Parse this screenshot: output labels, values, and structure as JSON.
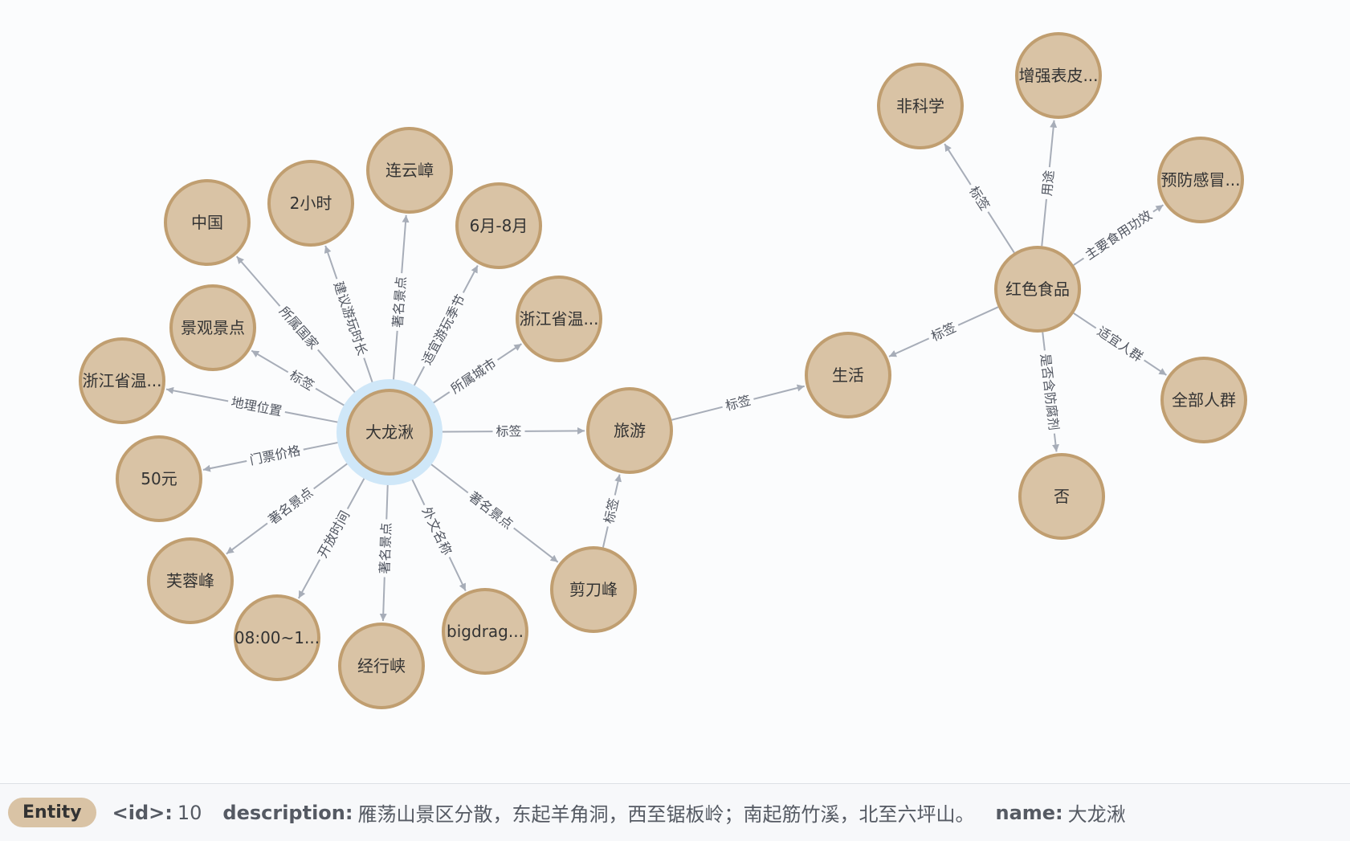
{
  "graph": {
    "colors": {
      "node_fill": "#d9c3a5",
      "node_stroke": "#c09e70",
      "edge": "#a7adb8",
      "selected_halo": "#cfe7f8"
    },
    "selected_node": "dalongqiu",
    "nodes": [
      {
        "id": "dalongqiu",
        "label": "大龙湫"
      },
      {
        "id": "zhongguo",
        "label": "中国"
      },
      {
        "id": "2xiaoshi",
        "label": "2小时"
      },
      {
        "id": "lianyunzhang",
        "label": "连云嶂"
      },
      {
        "id": "6yue8yue",
        "label": "6月-8月"
      },
      {
        "id": "zhejiang1",
        "label": "浙江省温..."
      },
      {
        "id": "jingguan",
        "label": "景观景点"
      },
      {
        "id": "zhejiang2",
        "label": "浙江省温..."
      },
      {
        "id": "50yuan",
        "label": "50元"
      },
      {
        "id": "furongfeng",
        "label": "芙蓉峰"
      },
      {
        "id": "shijian",
        "label": "08:00~1..."
      },
      {
        "id": "jingxingxia",
        "label": "经行峡"
      },
      {
        "id": "bigdrag",
        "label": "bigdrag..."
      },
      {
        "id": "jiandaofeng",
        "label": "剪刀峰"
      },
      {
        "id": "lvyou",
        "label": "旅游"
      },
      {
        "id": "shenghuo",
        "label": "生活"
      },
      {
        "id": "hongse",
        "label": "红色食品"
      },
      {
        "id": "feikexue",
        "label": "非科学"
      },
      {
        "id": "zengqiang",
        "label": "增强表皮..."
      },
      {
        "id": "yufang",
        "label": "预防感冒..."
      },
      {
        "id": "quanbu",
        "label": "全部人群"
      },
      {
        "id": "fou",
        "label": "否"
      }
    ],
    "edges": [
      {
        "from": "dalongqiu",
        "to": "zhongguo",
        "label": "所属国家"
      },
      {
        "from": "dalongqiu",
        "to": "2xiaoshi",
        "label": "建议游玩时长"
      },
      {
        "from": "dalongqiu",
        "to": "lianyunzhang",
        "label": "著名景点"
      },
      {
        "from": "dalongqiu",
        "to": "6yue8yue",
        "label": "适宜游玩季节"
      },
      {
        "from": "dalongqiu",
        "to": "zhejiang1",
        "label": "所属城市"
      },
      {
        "from": "dalongqiu",
        "to": "jingguan",
        "label": "标签"
      },
      {
        "from": "dalongqiu",
        "to": "zhejiang2",
        "label": "地理位置"
      },
      {
        "from": "dalongqiu",
        "to": "50yuan",
        "label": "门票价格"
      },
      {
        "from": "dalongqiu",
        "to": "furongfeng",
        "label": "著名景点"
      },
      {
        "from": "dalongqiu",
        "to": "shijian",
        "label": "开放时间"
      },
      {
        "from": "dalongqiu",
        "to": "jingxingxia",
        "label": "著名景点"
      },
      {
        "from": "dalongqiu",
        "to": "bigdrag",
        "label": "外文名称"
      },
      {
        "from": "dalongqiu",
        "to": "jiandaofeng",
        "label": "著名景点"
      },
      {
        "from": "dalongqiu",
        "to": "lvyou",
        "label": "标签"
      },
      {
        "from": "jiandaofeng",
        "to": "lvyou",
        "label": "标签"
      },
      {
        "from": "lvyou",
        "to": "shenghuo",
        "label": "标签"
      },
      {
        "from": "hongse",
        "to": "shenghuo",
        "label": "标签"
      },
      {
        "from": "hongse",
        "to": "feikexue",
        "label": "标签"
      },
      {
        "from": "hongse",
        "to": "zengqiang",
        "label": "用途"
      },
      {
        "from": "hongse",
        "to": "yufang",
        "label": "主要食用功效"
      },
      {
        "from": "hongse",
        "to": "quanbu",
        "label": "适宜人群"
      },
      {
        "from": "hongse",
        "to": "fou",
        "label": "是否含防腐剂"
      }
    ]
  },
  "footer": {
    "badge": "Entity",
    "id_key": "<id>:",
    "id_value": "10",
    "description_key": "description:",
    "description_value": "雁荡山景区分散，东起羊角洞，西至锯板岭；南起筋竹溪，北至六坪山。",
    "name_key": "name:",
    "name_value": "大龙湫"
  }
}
